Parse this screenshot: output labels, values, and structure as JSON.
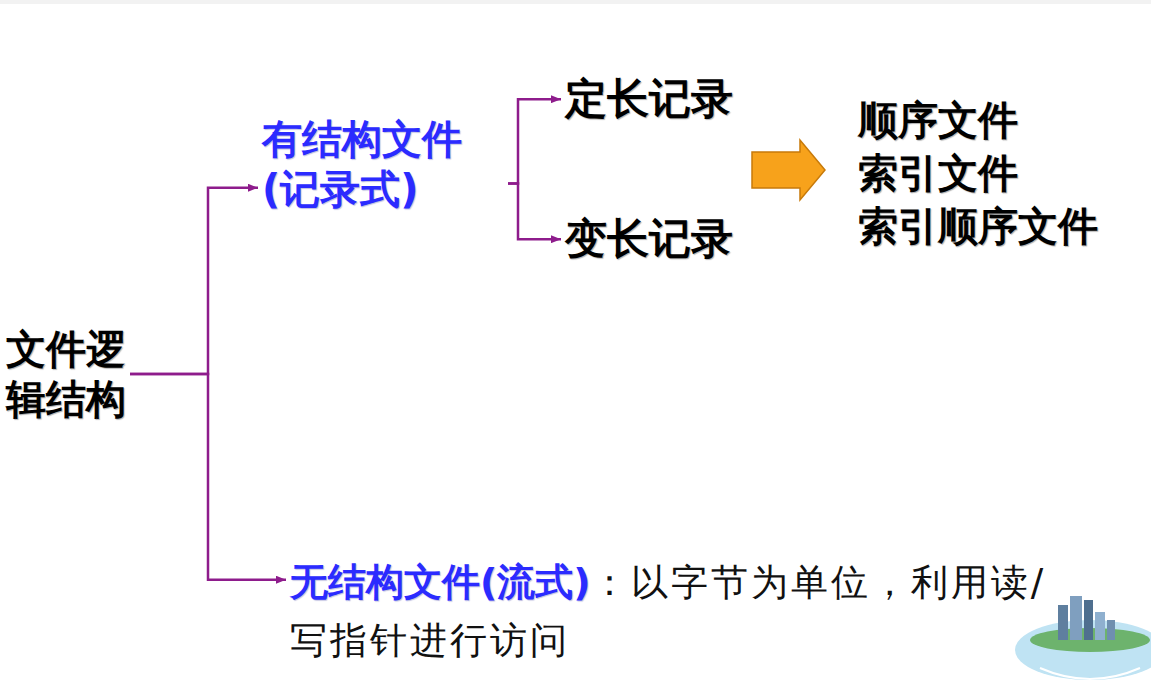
{
  "diagram": {
    "nodes": [
      {
        "text": [
          "文件逻辑结构"
        ]
      },
      {
        "text": [
          "有结构文件(记录式)"
        ]
      },
      {
        "text": [
          "定长记录"
        ]
      },
      {
        "text": [
          "变长记录"
        ]
      },
      {
        "text": [
          "顺序文件",
          "索引文件",
          "索引顺序文件"
        ]
      },
      {
        "text": [
          "无结构文件(流式)",
          "：以字节为单位，利用读/写指针进行访问"
        ]
      }
    ],
    "edges": [
      {
        "from": 0,
        "to": 1,
        "arrow": "to"
      },
      {
        "from": 0,
        "to": 5,
        "arrow": "to"
      },
      {
        "from": 1,
        "to": 2,
        "arrow": "to"
      },
      {
        "from": 1,
        "to": 3,
        "arrow": "to"
      }
    ]
  }
}
